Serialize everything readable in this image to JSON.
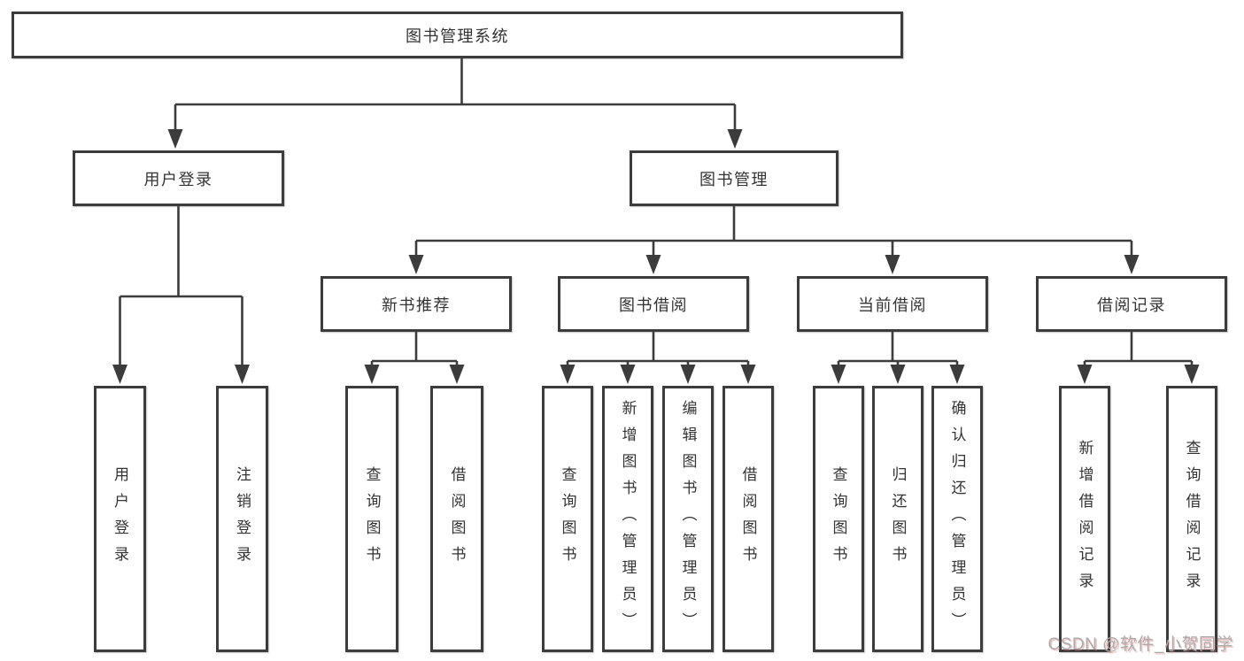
{
  "tree": {
    "label": "图书管理系统",
    "children": [
      {
        "label": "用户登录",
        "children": [
          {
            "label": "用户登录"
          },
          {
            "label": "注销登录"
          }
        ]
      },
      {
        "label": "图书管理",
        "children": [
          {
            "label": "新书推荐",
            "children": [
              {
                "label": "查询图书"
              },
              {
                "label": "借阅图书"
              }
            ]
          },
          {
            "label": "图书借阅",
            "children": [
              {
                "label": "查询图书"
              },
              {
                "label": "新增图书（管理员）"
              },
              {
                "label": "编辑图书（管理员）"
              },
              {
                "label": "借阅图书"
              }
            ]
          },
          {
            "label": "当前借阅",
            "children": [
              {
                "label": "查询图书"
              },
              {
                "label": "归还图书"
              },
              {
                "label": "确认归还（管理员）"
              }
            ]
          },
          {
            "label": "借阅记录",
            "children": [
              {
                "label": "新增借阅记录"
              },
              {
                "label": "查询借阅记录"
              }
            ]
          }
        ]
      }
    ]
  },
  "watermark": {
    "text": "CSDN @软件_小贺同学"
  },
  "colors": {
    "line": "#3c3c3c",
    "text": "#333333",
    "background": "#ffffff",
    "watermark": "#ababab",
    "watermark_shadow": "#e16969"
  }
}
